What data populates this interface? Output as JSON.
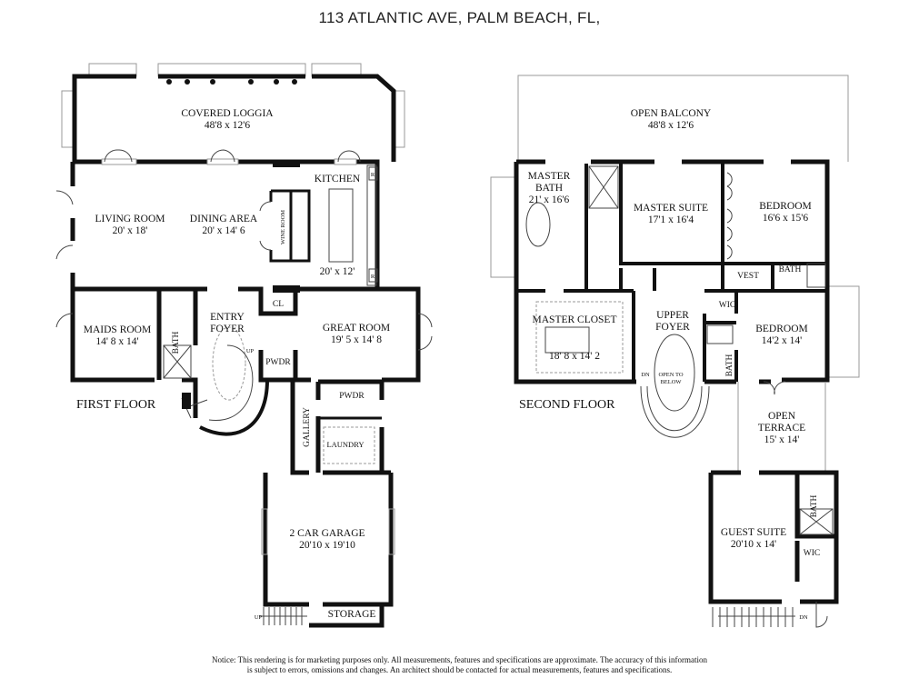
{
  "title": "113 ATLANTIC AVE, PALM BEACH, FL,",
  "first_floor": {
    "label": "FIRST FLOOR",
    "rooms": [
      {
        "name": "COVERED LOGGIA",
        "size": "48'8 x 12'6"
      },
      {
        "name": "LIVING ROOM",
        "size": "20' x 18'"
      },
      {
        "name": "DINING AREA",
        "size": "20' x 14' 6"
      },
      {
        "name": "KITCHEN",
        "size": "20' x 12'"
      },
      {
        "name": "WINE ROOM"
      },
      {
        "name": "MAIDS ROOM",
        "size": "14' 8 x 14'"
      },
      {
        "name": "BATH"
      },
      {
        "name": "ENTRY FOYER"
      },
      {
        "name": "CL"
      },
      {
        "name": "PWDR"
      },
      {
        "name": "GREAT ROOM",
        "size": "19' 5 x 14' 8"
      },
      {
        "name": "GALLERY"
      },
      {
        "name": "PWDR"
      },
      {
        "name": "LAUNDRY"
      },
      {
        "name": "2 CAR GARAGE",
        "size": "20'10 x 19'10"
      },
      {
        "name": "STORAGE"
      }
    ],
    "marks": {
      "up": "UP",
      "up_garage": "UP",
      "fridge": "R"
    }
  },
  "second_floor": {
    "label": "SECOND FLOOR",
    "rooms": [
      {
        "name": "OPEN BALCONY",
        "size": "48'8 x 12'6"
      },
      {
        "name": "MASTER BATH",
        "size": "21' x 16'6"
      },
      {
        "name": "MASTER SUITE",
        "size": "17'1 x 16'4"
      },
      {
        "name": "BEDROOM",
        "size": "16'6 x 15'6"
      },
      {
        "name": "VEST"
      },
      {
        "name": "BATH"
      },
      {
        "name": "WIC"
      },
      {
        "name": "MASTER CLOSET",
        "size": "18' 8 x 14' 2"
      },
      {
        "name": "UPPER FOYER"
      },
      {
        "name": "BEDROOM",
        "size": "14'2 x 14'"
      },
      {
        "name": "BATH"
      },
      {
        "name": "OPEN TERRACE",
        "size": "15' x 14'"
      },
      {
        "name": "GUEST SUITE",
        "size": "20'10 x 14'"
      },
      {
        "name": "BATH"
      },
      {
        "name": "WIC"
      }
    ],
    "marks": {
      "dn": "DN",
      "open_to": "OPEN TO",
      "below": "BELOW",
      "dn_guest": "DN"
    }
  },
  "notice": {
    "line1": "Notice: This rendering is for marketing purposes only. All measurements, features and specifications are approximate. The accuracy of this information",
    "line2": "is subject to errors, omissions and changes. An architect should be contacted for actual measurements, features and specifications."
  }
}
